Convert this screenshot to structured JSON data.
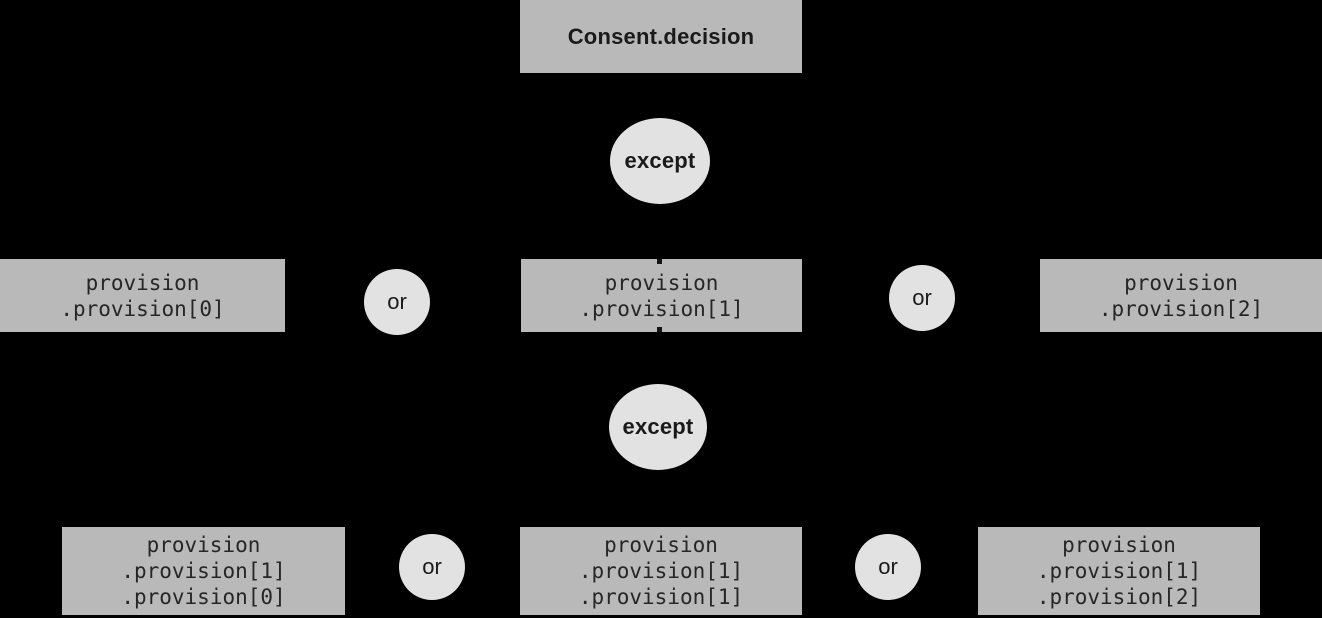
{
  "colors": {
    "background": "#000000",
    "node_fill": "#b9b9b9",
    "operator_fill": "#e2e2e2",
    "text_dark": "#1a1a1a"
  },
  "root": {
    "label": "Consent.decision"
  },
  "level1": {
    "operator": "except",
    "or_label": "or",
    "nodes": [
      {
        "lines": [
          "provision",
          ".provision[0]"
        ]
      },
      {
        "lines": [
          "provision",
          ".provision[1]"
        ]
      },
      {
        "lines": [
          "provision",
          ".provision[2]"
        ]
      }
    ]
  },
  "level2": {
    "operator": "except",
    "or_label": "or",
    "nodes": [
      {
        "lines": [
          "provision",
          ".provision[1]",
          ".provision[0]"
        ]
      },
      {
        "lines": [
          "provision",
          ".provision[1]",
          ".provision[1]"
        ]
      },
      {
        "lines": [
          "provision",
          ".provision[1]",
          ".provision[2]"
        ]
      }
    ]
  }
}
